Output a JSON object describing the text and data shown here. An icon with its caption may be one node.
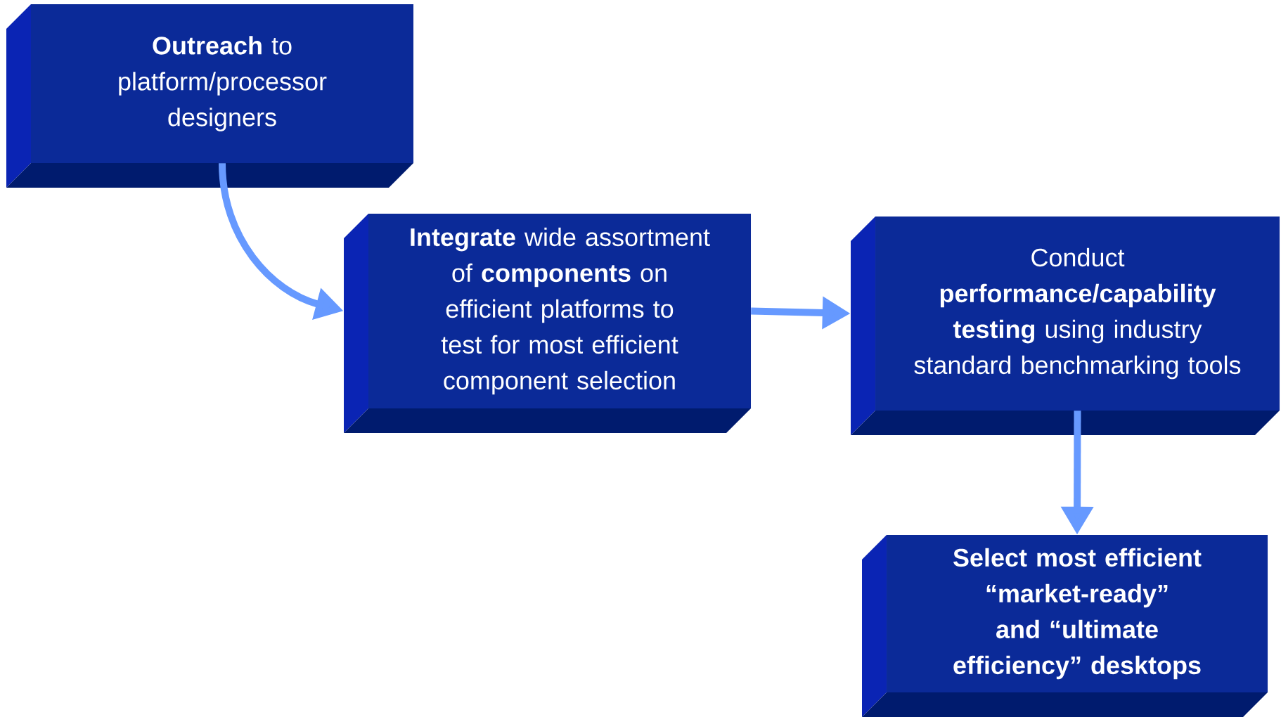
{
  "diagram": {
    "nodes": [
      {
        "text": [
          "**Outreach** to platform/processor designers"
        ]
      },
      {
        "text": [
          "**Integrate** wide assortment of **components** on efficient platforms to test for most efficient component selection"
        ]
      },
      {
        "text": [
          "Conduct **performance/capability testing** using industry standard benchmarking tools"
        ]
      },
      {
        "text": [
          "Select most efficient “market-ready” and “ultimate efficiency” desktops"
        ]
      }
    ],
    "edges": [
      {
        "from": 0,
        "to": 1,
        "arrow": "to"
      },
      {
        "from": 1,
        "to": 2,
        "arrow": "to"
      },
      {
        "from": 2,
        "to": 3,
        "arrow": "to"
      }
    ]
  }
}
